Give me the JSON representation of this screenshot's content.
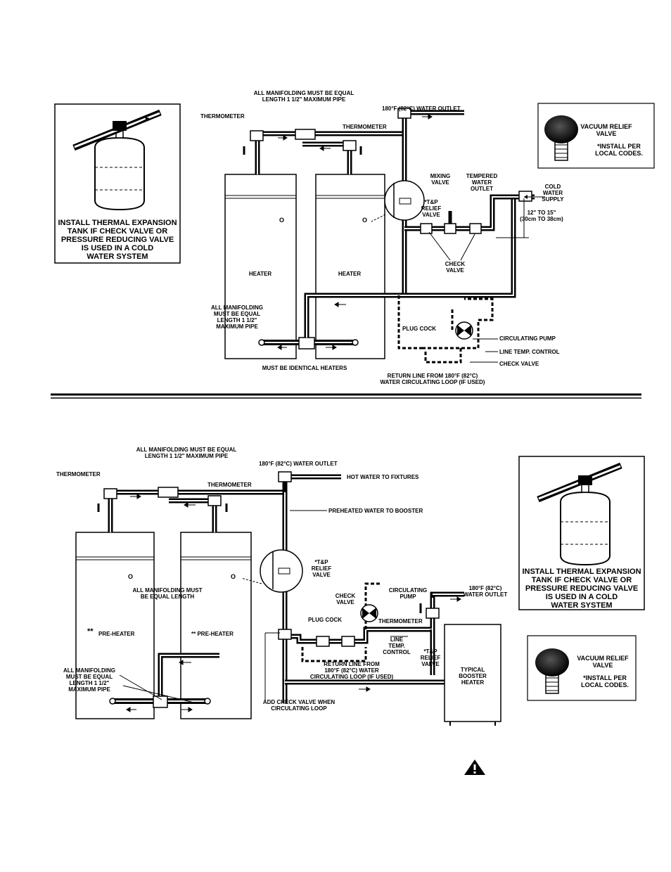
{
  "top_figure": {
    "tank_callout": [
      "INSTALL THERMAL EXPANSION",
      "TANK IF CHECK VALVE OR",
      "PRESSURE REDUCING VALVE",
      "IS USED IN A COLD",
      "WATER SYSTEM"
    ],
    "vacuum_callout": [
      "VACUUM RELIEF",
      "VALVE",
      "*INSTALL PER",
      "LOCAL CODES."
    ],
    "manifold_note": [
      "ALL MANIFOLDING MUST BE EQUAL",
      "LENGTH 1 1/2\" MAXIMUM PIPE"
    ],
    "water_outlet": "180°F (82°C) WATER OUTLET",
    "thermometer_left": "THERMOMETER",
    "thermometer_right": "THERMOMETER",
    "mixing_valve": [
      "MIXING",
      "VALVE"
    ],
    "tempered_outlet": [
      "TEMPERED",
      "WATER",
      "OUTLET"
    ],
    "cold_supply": [
      "COLD",
      "WATER",
      "SUPPLY"
    ],
    "tp_relief": [
      "*T&P",
      "RELIEF",
      "VALVE"
    ],
    "dimension": [
      "12\" TO 15\"",
      "(30cm TO 38cm)"
    ],
    "check_valve_label": [
      "CHECK",
      "VALVE"
    ],
    "heater_left": "HEATER",
    "heater_right": "HEATER",
    "heater_o": "O",
    "lower_manifold_note": [
      "ALL MANIFOLDING",
      "MUST BE EQUAL",
      "LENGTH 1 1/2\"",
      "MAXIMUM PIPE"
    ],
    "identical_heaters": "MUST BE IDENTICAL HEATERS",
    "plug_cock": "PLUG COCK",
    "circulating_pump": "CIRCULATING PUMP",
    "line_temp_control": "LINE TEMP. CONTROL",
    "check_valve": "CHECK VALVE",
    "return_line": [
      "RETURN LINE FROM 180°F (82°C)",
      "WATER CIRCULATING LOOP (IF USED)"
    ]
  },
  "bottom_figure": {
    "manifold_note": [
      "ALL MANIFOLDING MUST BE EQUAL",
      "LENGTH 1 1/2\" MAXIMUM PIPE"
    ],
    "water_outlet": "180°F (82°C) WATER OUTLET",
    "hot_to_fixtures": "HOT WATER TO FIXTURES",
    "preheated_to_booster": "PREHEATED WATER TO BOOSTER",
    "thermometer_left": "THERMOMETER",
    "thermometer_right": "THERMOMETER",
    "tp_relief": [
      "*T&P",
      "RELIEF",
      "VALVE"
    ],
    "manifold_equal": [
      "ALL MANIFOLDING MUST",
      "BE EQUAL LENGTH"
    ],
    "preheater_left": "PRE-HEATER",
    "preheater_left_mark": "**",
    "preheater_right": "** PRE-HEATER",
    "heater_o": "O",
    "check_valve": [
      "CHECK",
      "VALVE"
    ],
    "circulating_pump": [
      "CIRCULATING",
      "PUMP"
    ],
    "outlet_right": [
      "180°F (82°C)",
      "WATER OUTLET"
    ],
    "plug_cock": "PLUG COCK",
    "thermometer_booster": "THERMOMETER",
    "line_temp_control": [
      "LINE",
      "TEMP.",
      "CONTROL"
    ],
    "tp_relief_booster": [
      "*T&P",
      "RELIEF",
      "VALVE"
    ],
    "booster": [
      "TYPICAL",
      "BOOSTER",
      "HEATER"
    ],
    "return_line": [
      "RETURN LINE FROM",
      "180°F (82°C) WATER",
      "CIRCULATING LOOP (IF USED)"
    ],
    "lower_manifold_note": [
      "ALL MANIFOLDING",
      "MUST BE EQUAL",
      "LENGTH 1 1/2\"",
      "MAXIMUM PIPE"
    ],
    "add_check_valve": [
      "ADD CHECK VALVE WHEN",
      "CIRCULATING LOOP"
    ],
    "tank_callout": [
      "INSTALL THERMAL EXPANSION",
      "TANK IF CHECK VALVE OR",
      "PRESSURE REDUCING VALVE",
      "IS USED IN A COLD",
      "WATER SYSTEM"
    ],
    "vacuum_callout": [
      "VACUUM RELIEF",
      "VALVE",
      "*INSTALL PER",
      "LOCAL CODES."
    ]
  },
  "icons": {
    "warning": "warning-triangle-icon"
  }
}
